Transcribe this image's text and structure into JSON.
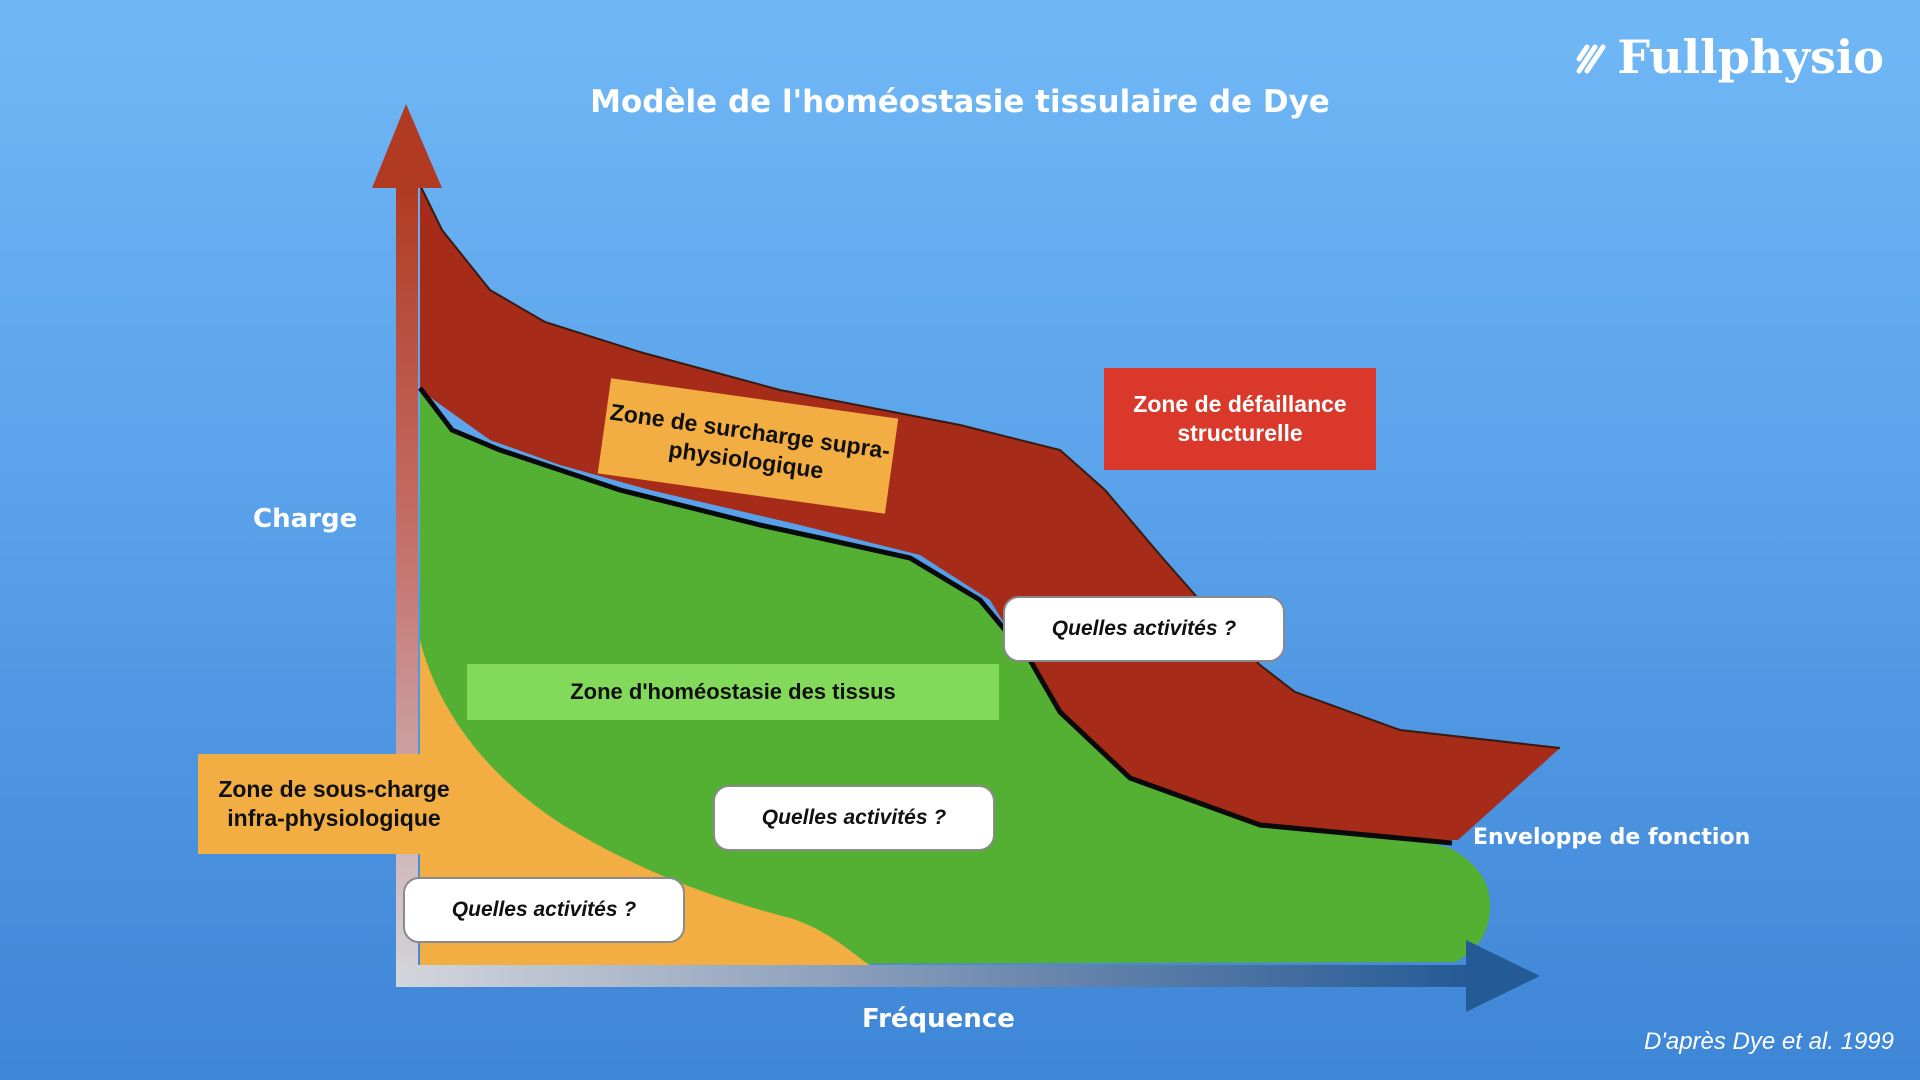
{
  "title": "Modèle de l'homéostasie tissulaire de Dye",
  "brand": {
    "name": "Fullphysio",
    "icon": "slash-stripes-logo"
  },
  "axes": {
    "y_label": "Charge",
    "x_label": "Fréquence"
  },
  "zones": {
    "failure": "Zone de défaillance structurelle",
    "supra": "Zone de surcharge supra-physiologique",
    "homeostasis": "Zone d'homéostasie des tissus",
    "infra": "Zone de sous-charge infra-physiologique"
  },
  "envelope_label": "Enveloppe de fonction",
  "question_labels": [
    "Quelles activités ?",
    "Quelles activités ?",
    "Quelles activités ?"
  ],
  "credit": "D'après Dye et al. 1999",
  "colors": {
    "failure_box": "#d9382a",
    "supra_region": "#a62b18",
    "homeostasis_region": "#53b033",
    "homeostasis_label_box": "#82d95a",
    "infra_region": "#f2ae42"
  }
}
